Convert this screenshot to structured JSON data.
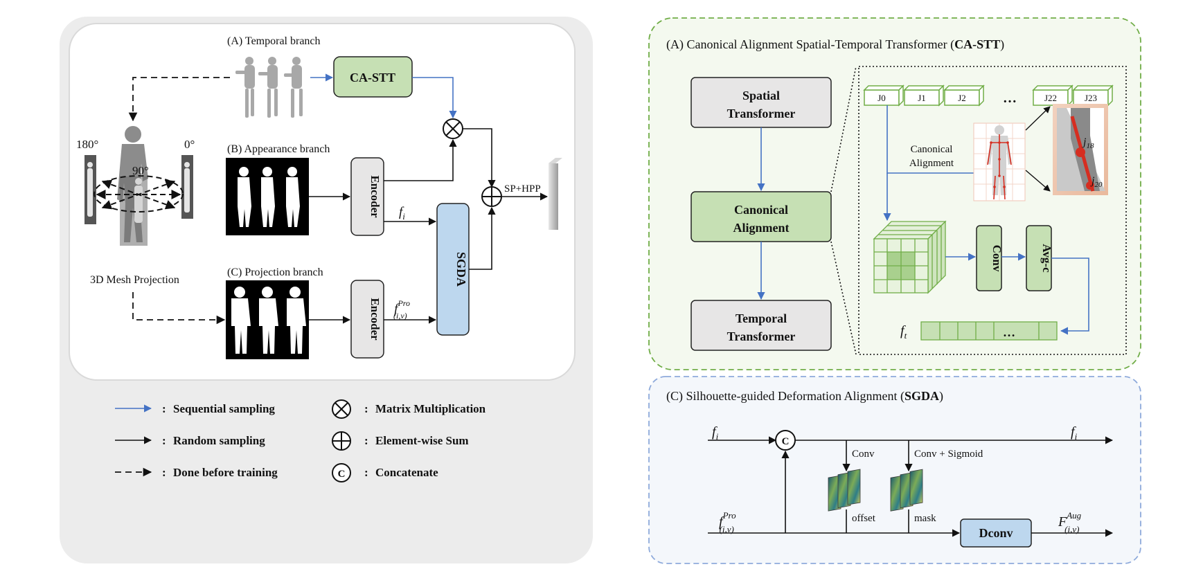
{
  "left_panel": {
    "temporal_branch": "(A) Temporal branch",
    "appearance_branch": "(B) Appearance branch",
    "projection_branch": "(C) Projection branch",
    "mesh_projection": "3D Mesh Projection",
    "angle_180": "180°",
    "angle_90": "90°",
    "angle_0": "0°",
    "ca_stt": "CA-STT",
    "encoder_top": "Encoder",
    "encoder_bottom": "Encoder",
    "sgda": "SGDA",
    "sp_hpp": "SP+HPP",
    "f_i_base": "f",
    "f_i_sub": "i",
    "f_pro_base": "f",
    "f_pro_sup": "Pro",
    "f_pro_sub": "(i,v)"
  },
  "legend": [
    {
      "style": "blue-solid",
      "label": "Sequential sampling"
    },
    {
      "style": "black-solid",
      "label": "Random sampling"
    },
    {
      "style": "black-dashed",
      "label": "Done before training"
    },
    {
      "symbol": "⊗",
      "label": "Matrix Multiplication"
    },
    {
      "symbol": "⊕",
      "label": "Element-wise Sum"
    },
    {
      "symbol": "C",
      "label": "Concatenate"
    }
  ],
  "legend_colon": ":",
  "ca_stt_panel": {
    "title_prefix": "(A) Canonical Alignment Spatial-Temporal Transformer (",
    "title_bold": "CA-STT",
    "title_suffix": ")",
    "spatial_1": "Spatial",
    "spatial_2": "Transformer",
    "canonical_1": "Canonical",
    "canonical_2": "Alignment",
    "temporal_1": "Temporal",
    "temporal_2": "Transformer",
    "joints": [
      "J0",
      "J1",
      "J2",
      "J22",
      "J23"
    ],
    "ellipsis": "…",
    "canon_label_1": "Canonical",
    "canon_label_2": "Alignment",
    "j18_base": "j",
    "j18_sub": "18",
    "j20_base": "j",
    "j20_sub": "20",
    "conv": "Conv",
    "avg_c": "Avg-c",
    "ft_base": "f",
    "ft_sub": "t",
    "ft_ellipsis": "…"
  },
  "sgda_panel": {
    "title_prefix": "(C) Silhouette-guided Deformation Alignment (",
    "title_bold": "SGDA",
    "title_suffix": ")",
    "fi_in_base": "f",
    "fi_in_sub": "i",
    "fi_out_base": "f",
    "fi_out_sub": "i",
    "concat": "C",
    "conv": "Conv",
    "conv_sigmoid": "Conv + Sigmoid",
    "offset": "offset",
    "mask": "mask",
    "dconv": "Dconv",
    "fpro_base": "f",
    "fpro_sup": "Pro",
    "fpro_sub": "(i,v)",
    "faug_base": "F",
    "faug_sup": "Aug",
    "faug_sub": "(i,v)"
  },
  "colors": {
    "green_fill": "#c6e0b4",
    "green_stroke": "#70ad47",
    "blue_fill": "#bdd7ee",
    "blue_arrow": "#4472c4",
    "gray_box": "#e7e6e6"
  }
}
